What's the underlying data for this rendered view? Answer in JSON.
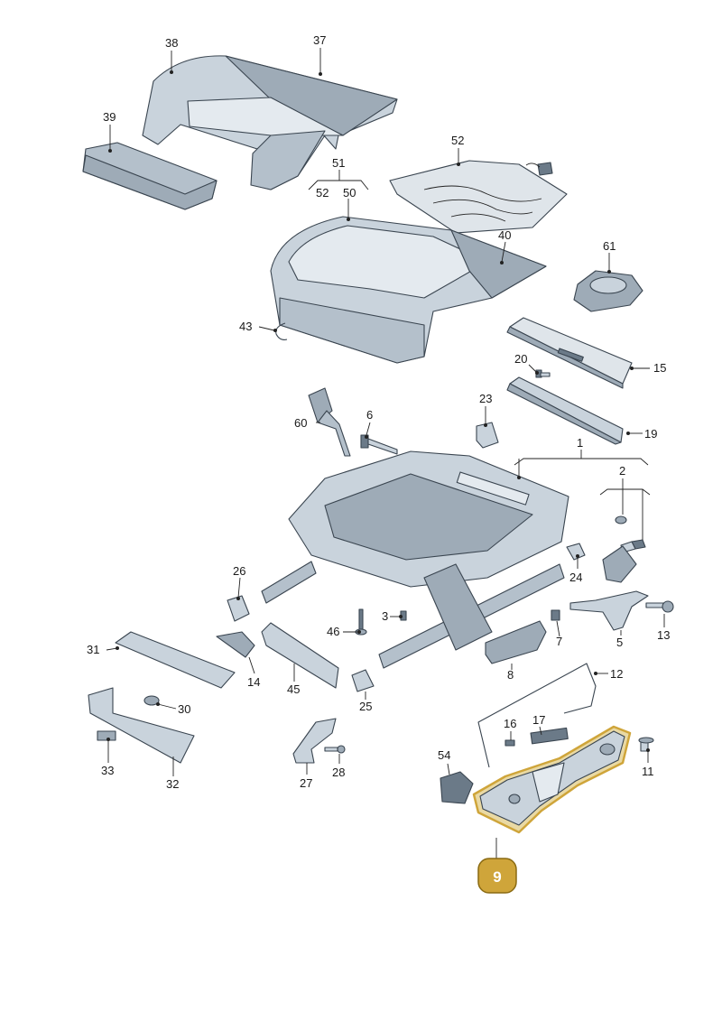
{
  "colors": {
    "part_fill": "#c9d3dc",
    "part_shade": "#9eabb7",
    "part_dark": "#6b7a88",
    "outline": "#3a4550",
    "highlight_fill": "#cfa53a",
    "highlight_stroke": "#8a6a12",
    "part_highlight": "#e9d9a4"
  },
  "labels": {
    "l1": "1",
    "l2": "2",
    "l3": "3",
    "l5": "5",
    "l6": "6",
    "l7": "7",
    "l8": "8",
    "l11": "11",
    "l12": "12",
    "l13": "13",
    "l14": "14",
    "l15": "15",
    "l16": "16",
    "l17": "17",
    "l19": "19",
    "l20": "20",
    "l23": "23",
    "l24": "24",
    "l25": "25",
    "l26": "26",
    "l27": "27",
    "l28": "28",
    "l30": "30",
    "l31": "31",
    "l32": "32",
    "l33": "33",
    "l37": "37",
    "l38": "38",
    "l39": "39",
    "l40": "40",
    "l43": "43",
    "l45": "45",
    "l46": "46",
    "l50": "50",
    "l51": "51",
    "l52a": "52",
    "l52b": "52",
    "l54": "54",
    "l60": "60",
    "l61": "61"
  },
  "highlight": {
    "part_number": "9"
  }
}
